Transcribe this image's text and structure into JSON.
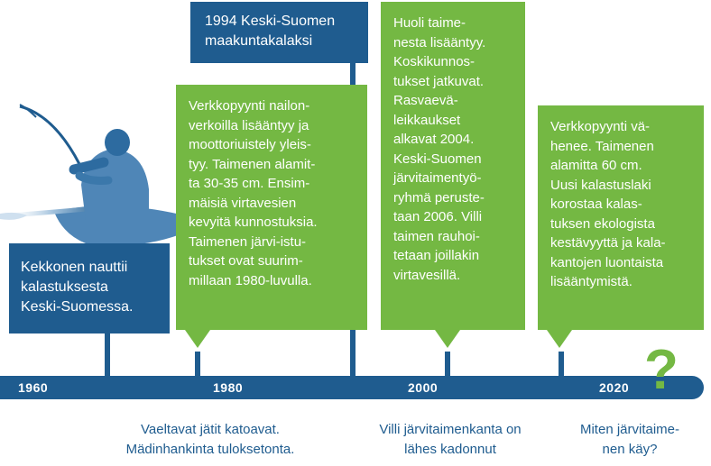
{
  "colors": {
    "blue": "#1f5c8f",
    "green": "#74b843",
    "white": "#ffffff"
  },
  "icons": {
    "fisher": "angler-in-boat-icon",
    "question": "question-mark-icon"
  },
  "top_box": {
    "text": "1994 Keski-Suomen\nmaakuntakalaksi"
  },
  "left_box": {
    "text": "Kekkonen nauttii\nkalastuksesta\nKeski-Suomessa."
  },
  "green_boxes": [
    {
      "text": "Verkkopyynti nailon-\nverkoilla lisääntyy ja\nmoottoriuistely yleis-\ntyy. Taimenen alamit-\nta 30-35 cm. Ensim-\nmäisiä virtavesien\nkevyitä kunnostuksia.\nTaimenen järvi-istu-\ntukset ovat suurim-\nmillaan 1980-luvulla."
    },
    {
      "text": "Huoli taime-\nnesta lisääntyy.\nKoskikunnos-\ntukset jatkuvat.\nRasvaevä-\nleikkaukset\nalkavat 2004.\nKeski-Suomen\njärvitaimentyö-\nryhmä peruste-\ntaan 2006. Villi\ntaimen rauhoi-\ntetaan joillakin\nvirtavesillä."
    },
    {
      "text": "Verkkopyynti vä-\nhenee. Taimenen\nalamitta 60 cm.\nUusi kalastuslaki\nkorostaa kalas-\ntuksen ekologista\nkestävyyttä ja kala-\nkantojen luontaista\nlisääntymistä."
    }
  ],
  "timeline": {
    "years": [
      "1960",
      "1980",
      "2000",
      "2020"
    ]
  },
  "captions": [
    "Vaeltavat jätit katoavat.\nMädinhankinta tuloksetonta.",
    "Villi järvitaimenkanta on\nlähes kadonnut",
    "Miten järvitaime-\nnen käy?"
  ],
  "question_mark": "?"
}
